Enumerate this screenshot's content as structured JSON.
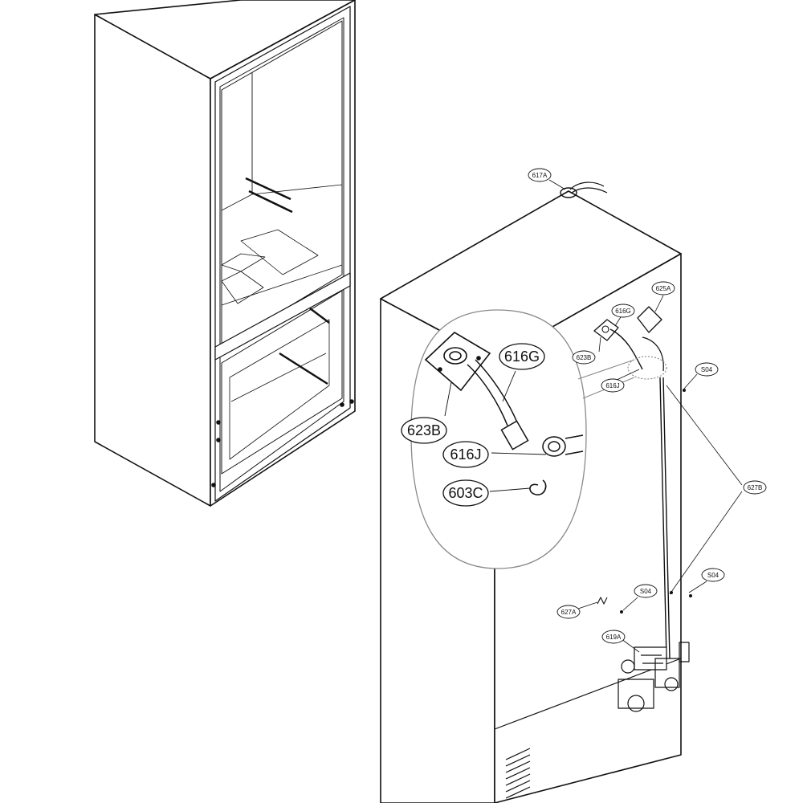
{
  "colors": {
    "line": "#111111",
    "detail": "#444444",
    "magnifier": "#8a8a8a",
    "background": "#ffffff"
  },
  "callouts": {
    "c617A": "617A",
    "c625A": "625A",
    "c616G_small": "616G",
    "c623B_small": "623B",
    "c616J_small": "616J",
    "cS04_top": "S04",
    "c627B": "627B",
    "cS04_mid": "S04",
    "cS04_low": "S04",
    "c627A": "627A",
    "c619A": "619A"
  },
  "zoom_callouts": {
    "c616G": "616G",
    "c623B": "623B",
    "c616J": "616J",
    "c603C": "603C"
  }
}
